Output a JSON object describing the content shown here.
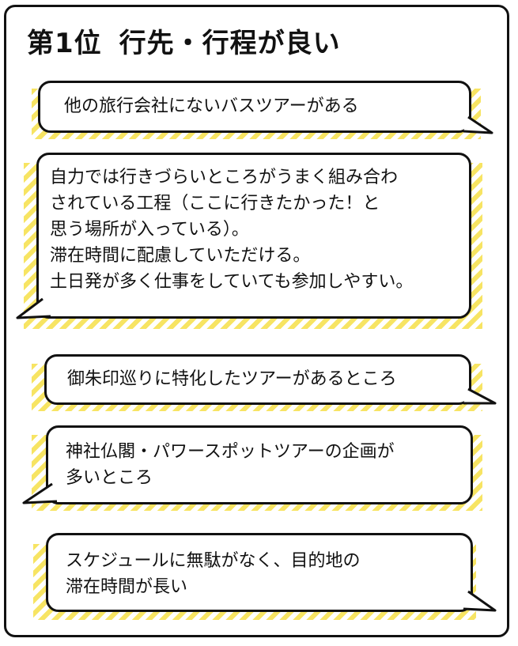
{
  "title": {
    "rank": "第1位",
    "heading": "行先・行程が良い"
  },
  "comments": [
    {
      "text": "他の旅行会社にないバスツアーがある"
    },
    {
      "text": "自力では行きづらいところがうまく組み合わ\nされている工程（ここに行きたかった！と\n思う場所が入っている）。\n滞在時間に配慮していただける。\n土日発が多く仕事をしていても参加しやすい。"
    },
    {
      "text": "御朱印巡りに特化したツアーがあるところ"
    },
    {
      "text": "神社仏閣・パワースポットツアーの企画が\n多いところ"
    },
    {
      "text": "スケジュールに無駄がなく、目的地の\n滞在時間が長い"
    }
  ],
  "colors": {
    "accent_stripe": "#f7e463",
    "ink": "#111111",
    "background": "#ffffff"
  }
}
